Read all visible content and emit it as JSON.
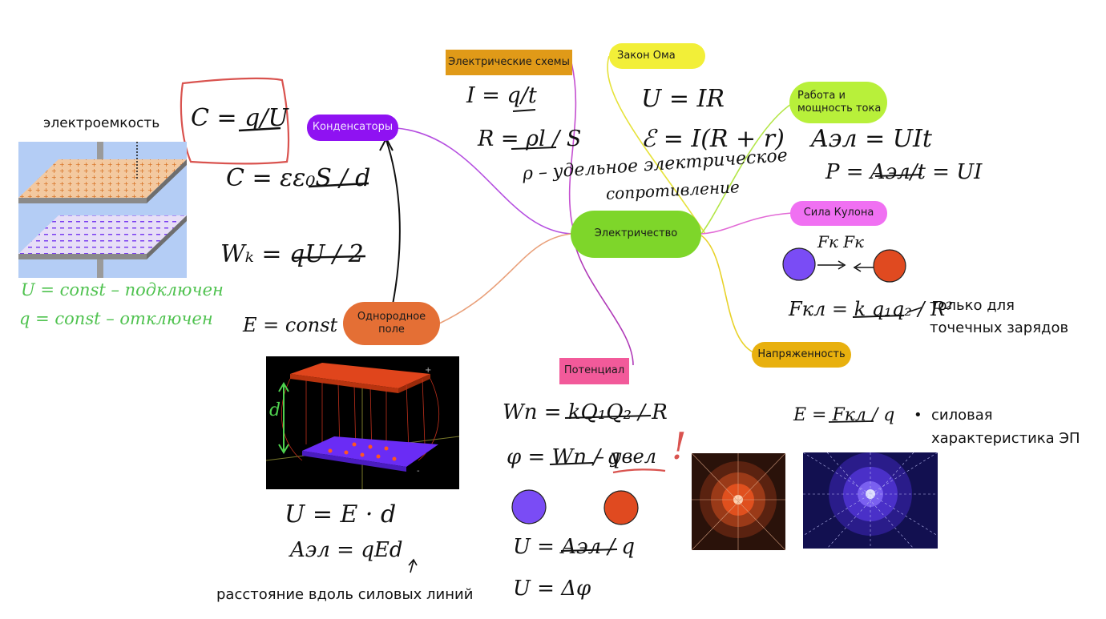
{
  "central": {
    "label": "Электричество",
    "color": "#7ed62a"
  },
  "nodes": {
    "circuits": {
      "label": "Электрические схемы",
      "color": "#e09a18"
    },
    "ohm": {
      "label": "Закон Ома",
      "color": "#f2ef38"
    },
    "work_power": {
      "label_line1": "Работа и",
      "label_line2": "мощность тока",
      "color": "#b8f03a"
    },
    "coulomb": {
      "label": "Сила Кулона",
      "color": "#f070f2"
    },
    "intensity": {
      "label": "Напряженность",
      "color": "#e8b00e"
    },
    "potential": {
      "label": "Потенциал",
      "color": "#f25a9a"
    },
    "capacitors": {
      "label": "Конденсаторы",
      "color": "#8f12f2"
    },
    "uniform_field": {
      "label_line1": "Однородное",
      "label_line2": "поле",
      "color": "#e46f35"
    }
  },
  "texts": {
    "capacitance": "электроемкость",
    "point_charges_line1": "только для",
    "point_charges_line2": "точечных зарядов",
    "field_bullet": "•",
    "field_char_line1": "силовая",
    "field_char_line2": "характеристика ЭП",
    "distance_note": "расстояние вдоль силовых линий"
  },
  "handwriting": {
    "c_qu": "C = q/U",
    "c_eps": "C = εε₀S / d",
    "wk": "Wₖ = qU / 2",
    "u_const": "U = const – подключен",
    "q_const": "q = const – отключен",
    "e_const": "E = const",
    "i_qt": "I = q/t",
    "r_pls": "R = ρl / S",
    "rho_def": "ρ – удельное электрическое",
    "rho_def2": "сопротивление",
    "u_ir": "U = IR",
    "emf": "ℰ = I(R + r)",
    "a_uit": "Aэл = UIt",
    "p_ui": "P = Aэл/t = UI",
    "fk_labels": "Fк   Fк",
    "coulomb_law": "Fкл = k q₁q₂ / R²",
    "e_def": "E = Fкл / q",
    "wp": "Wп = kQ₁Q₂ / R",
    "phi": "φ = Wп / q",
    "phi_note": "– увел",
    "excl": "!",
    "u_aq": "U = Aэл / q",
    "u_dphi": "U = Δφ",
    "u_ed": "U = E · d",
    "a_qed": "Aэл = qEd",
    "d_label": "d"
  },
  "colors": {
    "red_charge": "#e04a20",
    "blue_charge": "#7a4cf5",
    "plate_bg": "#b4cdf5",
    "highlight_box": "#d9534f"
  }
}
